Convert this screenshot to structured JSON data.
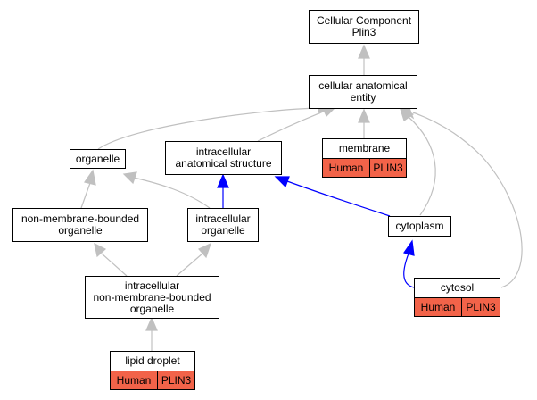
{
  "nodes": {
    "root": {
      "lines": [
        "Cellular Component",
        "Plin3"
      ]
    },
    "cae": {
      "lines": [
        "cellular anatomical",
        "entity"
      ]
    },
    "organelle": {
      "lines": [
        "organelle"
      ]
    },
    "ias": {
      "lines": [
        "intracellular",
        "anatomical structure"
      ]
    },
    "membrane": {
      "name": "membrane",
      "species": "Human",
      "gene": "PLIN3"
    },
    "nmbo": {
      "lines": [
        "non-membrane-bounded",
        "organelle"
      ]
    },
    "io": {
      "lines": [
        "intracellular",
        "organelle"
      ]
    },
    "cytoplasm": {
      "lines": [
        "cytoplasm"
      ]
    },
    "inmbo": {
      "lines": [
        "intracellular",
        "non-membrane-bounded",
        "organelle"
      ]
    },
    "cytosol": {
      "name": "cytosol",
      "species": "Human",
      "gene": "PLIN3"
    },
    "lipid": {
      "name": "lipid droplet",
      "species": "Human",
      "gene": "PLIN3"
    }
  },
  "colors": {
    "is_a_edge": "#c0c0c0",
    "part_of_edge": "#0000ff",
    "annotation_fill": "#f26349"
  }
}
